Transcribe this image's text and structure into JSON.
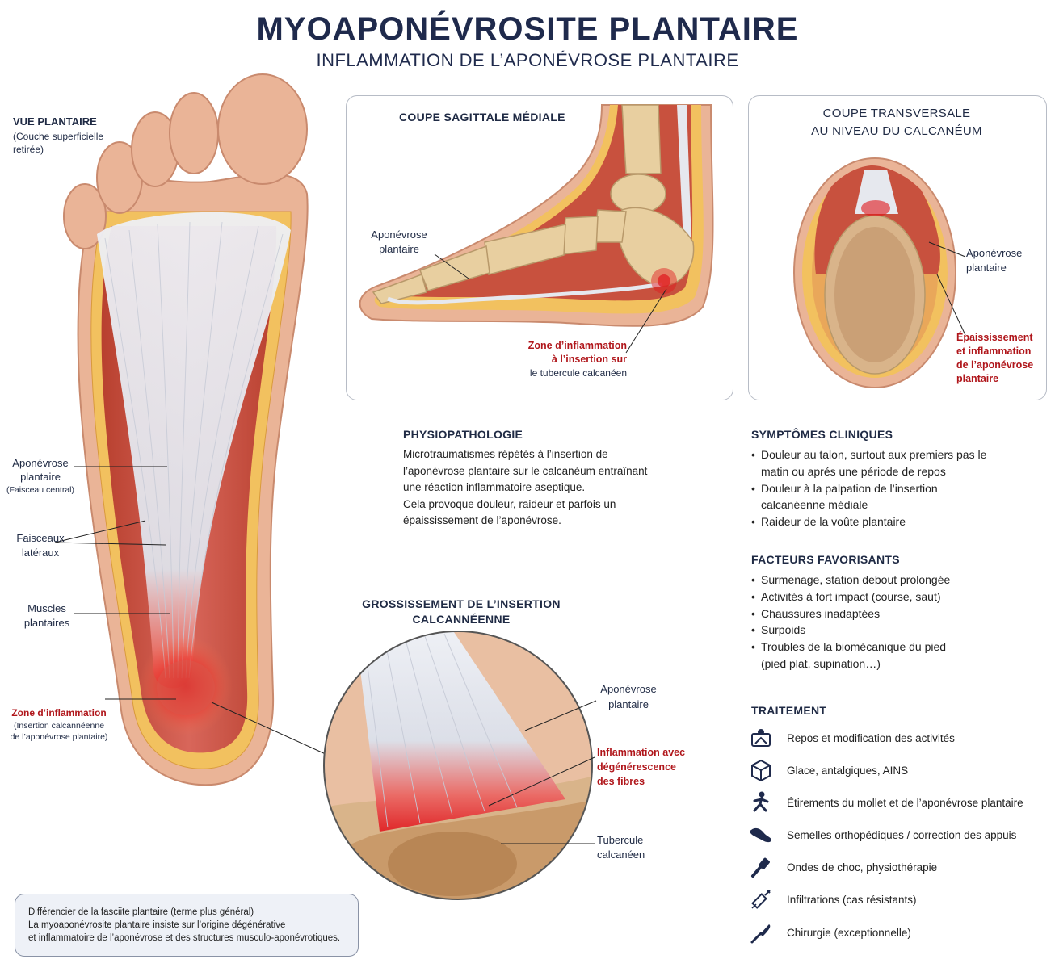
{
  "header": {
    "title": "MYOAPONÉVROSITE PLANTAIRE",
    "subtitle": "INFLAMMATION DE L’APONÉVROSE PLANTAIRE"
  },
  "plantar_view": {
    "heading": "VUE PLANTAIRE",
    "heading_note_1": "(Couche superficielle",
    "heading_note_2": "retirée)",
    "labels": {
      "aponeurosis_1": "Aponévrose",
      "aponeurosis_2": "plantaire",
      "aponeurosis_note": "(Faisceau central)",
      "lateral_1": "Faisceaux",
      "lateral_2": "latéraux",
      "muscles_1": "Muscles",
      "muscles_2": "plantaires",
      "inflammation": "Zone d’inflammation",
      "inflammation_note_1": "(Insertion calcannéenne",
      "inflammation_note_2": "de l’aponévrose plantaire)"
    }
  },
  "sagittal": {
    "title": "COUPE SAGITTALE MÉDIALE",
    "aponeurosis_1": "Aponévrose",
    "aponeurosis_2": "plantaire",
    "zone_1": "Zone d’inflammation",
    "zone_2": "à l’insertion sur",
    "zone_3": "le tubercule calcanéen"
  },
  "transverse": {
    "title_1": "COUPE TRANSVERSALE",
    "title_2": "AU NIVEAU DU CALCANÉUM",
    "aponeurosis_1": "Aponévrose",
    "aponeurosis_2": "plantaire",
    "thickening_1": "Épaississement",
    "thickening_2": "et inflammation",
    "thickening_3": "de l’aponévrose",
    "thickening_4": "plantaire"
  },
  "physio": {
    "title": "PHYSIOPATHOLOGIE",
    "lines": [
      "Microtraumatismes répétés à l’insertion de",
      "l’aponévrose plantaire sur le calcanéum entraînant",
      "une réaction inflammatoire aseptique.",
      "Cela provoque douleur, raideur et parfois un",
      "épaississement de l’aponévrose."
    ]
  },
  "symptoms": {
    "title": "SYMPTÔMES CLINIQUES",
    "items": [
      "Douleur au talon, surtout aux premiers pas le matin ou aprés une période de repos",
      "Douleur à la palpation de l’insertion calcanéenne médiale",
      "Raideur de la voûte plantaire"
    ]
  },
  "factors": {
    "title": "FACTEURS FAVORISANTS",
    "items": [
      "Surmenage, station debout prolongée",
      "Activités à fort impact (course, saut)",
      "Chaussures inadaptées",
      "Surpoids",
      "Troubles de la biomécanique du pied (pied plat, supination…)"
    ]
  },
  "magnified": {
    "title_1": "GROSSISSEMENT DE L’INSERTION",
    "title_2": "CALCANNÉENNE",
    "aponeurosis_1": "Aponévrose",
    "aponeurosis_2": "plantaire",
    "inflammation_1": "Inflammation avec",
    "inflammation_2": "dégénérescence",
    "inflammation_3": "des fibres",
    "tubercle_1": "Tubercule",
    "tubercle_2": "calcanéen"
  },
  "treatment": {
    "title": "TRAITEMENT",
    "items": [
      {
        "icon": "rest-icon",
        "label": "Repos et modification des activités"
      },
      {
        "icon": "ice-icon",
        "label": "Glace, antalgiques, AINS"
      },
      {
        "icon": "stretch-icon",
        "label": "Étirements du mollet et de l’aponévrose plantaire"
      },
      {
        "icon": "insole-icon",
        "label": "Semelles orthopédiques / correction des appuis"
      },
      {
        "icon": "shockwave-icon",
        "label": "Ondes de choc, physiothérapie"
      },
      {
        "icon": "syringe-icon",
        "label": "Infiltrations (cas résistants)"
      },
      {
        "icon": "scalpel-icon",
        "label": "Chirurgie (exceptionnelle)"
      }
    ]
  },
  "note": {
    "lines": [
      "Différencier de la fasciite plantaire (terme plus général)",
      "La myoaponévrosite plantaire insiste sur l’origine dégénérative",
      "et inflammatoire de l’aponévrose et des structures musculo-aponévrotiques."
    ]
  },
  "colors": {
    "navy": "#1f2a4c",
    "inflammation_red": "#b0161b",
    "skin": "#e8b08f",
    "fat": "#f0c060",
    "muscle": "#c8513e",
    "fascia": "#e6e8ee",
    "bone": "#e8cfa0"
  }
}
